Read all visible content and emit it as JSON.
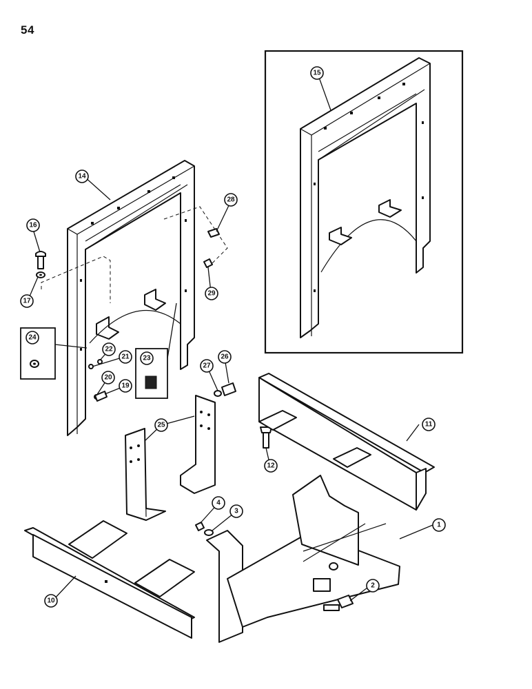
{
  "page": {
    "number": "54"
  },
  "callouts": {
    "c1": "1",
    "c2": "2",
    "c3": "3",
    "c4": "4",
    "c10": "10",
    "c11": "11",
    "c12": "12",
    "c14": "14",
    "c15": "15",
    "c16": "16",
    "c17": "17",
    "c19": "19",
    "c20": "20",
    "c21": "21",
    "c22": "22",
    "c23": "23",
    "c24": "24",
    "c25": "25",
    "c26": "26",
    "c27": "27",
    "c28": "28",
    "c29": "29"
  }
}
